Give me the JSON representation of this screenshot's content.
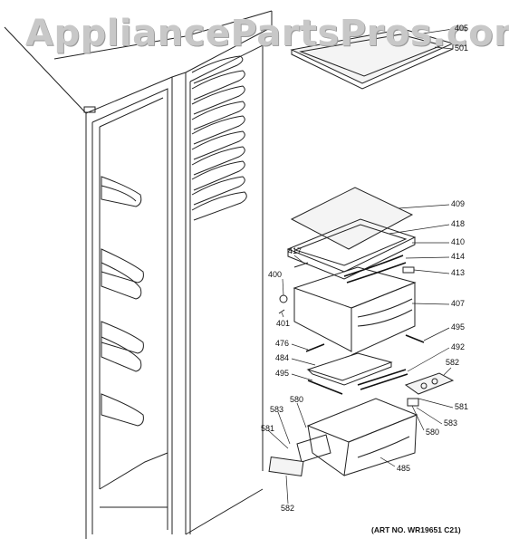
{
  "watermark": "AppliancePartsPros.com",
  "art_number": "(ART NO. WR19651 C21)",
  "callouts": {
    "c405": "405",
    "c501": "501",
    "c409": "409",
    "c418": "418",
    "c410": "410",
    "c414": "414",
    "c413": "413",
    "c417": "417",
    "c400": "400",
    "c401": "401",
    "c407": "407",
    "c495a": "495",
    "c476": "476",
    "c492": "492",
    "c484": "484",
    "c495b": "495",
    "c582a": "582",
    "c581a": "581",
    "c580a": "580",
    "c583a": "583",
    "c583b": "583",
    "c580b": "580",
    "c581b": "581",
    "c485": "485",
    "c582b": "582"
  }
}
